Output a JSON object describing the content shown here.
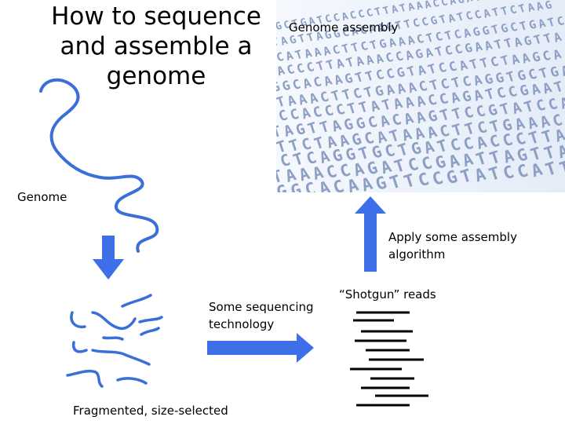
{
  "title": "How to sequence and assemble a genome",
  "labels": {
    "genome": "Genome",
    "genome_assembly": "Genome assembly",
    "sequencing_tech": "Some sequencing technology",
    "apply_algo": "Apply some assembly algorithm",
    "shotgun_reads": "“Shotgun” reads",
    "fragmented": "Fragmented, size-selected"
  },
  "colors": {
    "dna_blue": "#3a6fd8",
    "arrow_blue": "#3f6fe8",
    "photo_tint": "#e9f0fb",
    "letter_color": "#7a8fb8"
  },
  "dna_letters_visible": "TGCTGATCCACCCTTATAAACCAGATCCGAATTAGTTAGGCACAAGTTCCGTATCCATTCTAAGCATAAACTTCTGAAACTCTCAGG"
}
